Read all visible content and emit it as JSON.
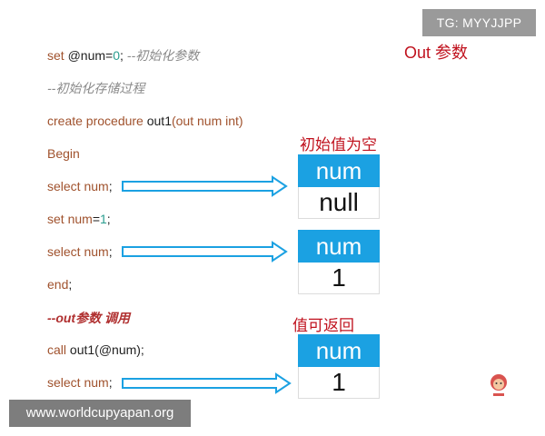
{
  "watermark": {
    "top_right": "TG: MYYJJPP",
    "bottom_left": "www.worldcupyapan.org"
  },
  "section_title": "Out 参数",
  "code": {
    "line1": {
      "kw1": "set ",
      "var": "@num",
      "eq": "=",
      "zero": "0",
      "semi": ";",
      "comment": " --初始化参数"
    },
    "line2": {
      "comment": "--初始化存储过程"
    },
    "line3": {
      "kw": "create procedure ",
      "name": "out1",
      "params": "(out num int)"
    },
    "line4": {
      "kw": "Begin"
    },
    "line5": {
      "kw": "select ",
      "var": "num",
      "semi": ";"
    },
    "line6": {
      "kw": "set ",
      "var": "num",
      "eq": "=",
      "one": "1",
      "semi": ";"
    },
    "line7": {
      "kw": "select ",
      "var": "num",
      "semi": ";"
    },
    "line8": {
      "kw": "end",
      "semi": ";"
    },
    "line9": {
      "comment": "--out参数 调用"
    },
    "line10": {
      "kw": "call ",
      "call": "out1(@num);"
    },
    "line11": {
      "kw": "select ",
      "var": "num",
      "semi": ";"
    }
  },
  "labels": {
    "initial_null": "初始值为空",
    "return_value": "值可返回"
  },
  "tables": [
    {
      "header": "num",
      "value": "null"
    },
    {
      "header": "num",
      "value": "1"
    },
    {
      "header": "num",
      "value": "1"
    }
  ],
  "colors": {
    "accent_red": "#c0121e",
    "table_header_blue": "#1ba1e2",
    "keyword_brown": "#a0522d",
    "number_teal": "#2a9d8f"
  },
  "icons": {
    "arrow": "arrow-right-icon",
    "logo": "monkey-logo-icon"
  }
}
